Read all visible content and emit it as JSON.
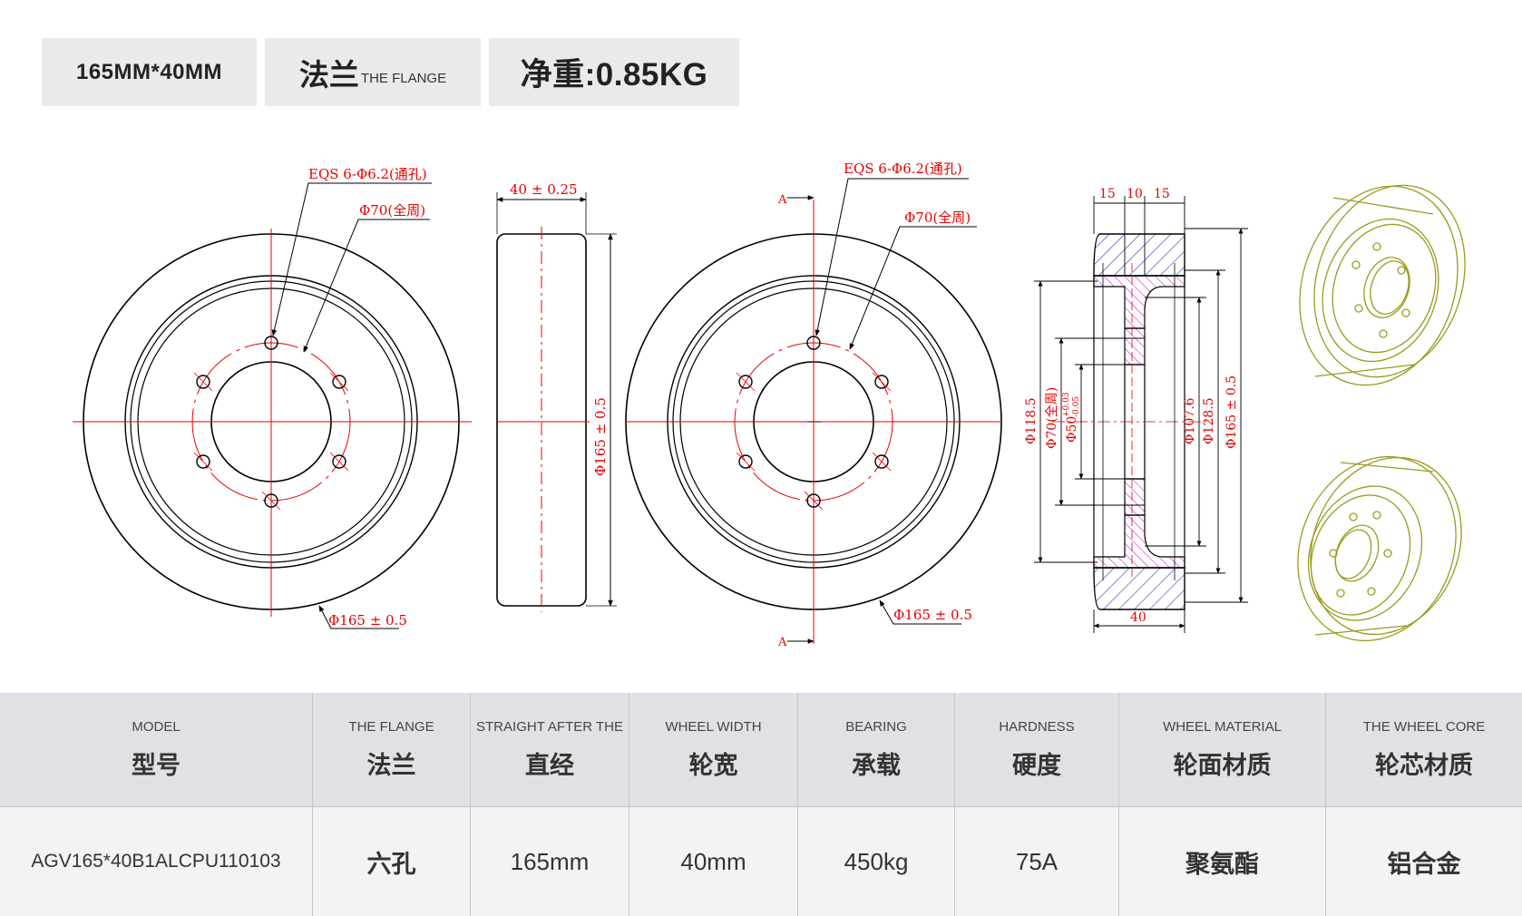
{
  "header": {
    "size": "165MM*40MM",
    "flange_cn": "法兰",
    "flange_en": "THE FLANGE",
    "weight": "净重:0.85KG"
  },
  "drawing": {
    "front_left": {
      "holes_label": "EQS 6-Φ6.2(通孔)",
      "pcd_label": "Φ70(全周)",
      "outer_label": "Φ165 ± 0.5"
    },
    "side_left": {
      "width_label": "40 ± 0.25",
      "height_label": "Φ165 ± 0.5"
    },
    "front_right": {
      "holes_label": "EQS 6-Φ6.2(通孔)",
      "pcd_label": "Φ70(全周)",
      "outer_label": "Φ165 ± 0.5",
      "section_mark_top": "A",
      "section_mark_bottom": "A"
    },
    "section": {
      "top_dims": [
        "15",
        "10",
        "15"
      ],
      "bottom_dim": "40",
      "left_dims": [
        "Φ118.5",
        "Φ70(全周)",
        "Φ50"
      ],
      "bore_tolerance_upper": "+0.03",
      "bore_tolerance_lower": "-0.05",
      "right_dims": [
        "Φ107.6",
        "Φ128.5",
        "Φ165 ± 0.5"
      ]
    },
    "colors": {
      "outline": "#000000",
      "dimension": "#e60000",
      "hatch_tire": "#2a3bb8",
      "hatch_core": "#d000d0",
      "render_3d": "#9a9a1e"
    }
  },
  "spec_table": {
    "headers": [
      {
        "en": "MODEL",
        "cn": "型号"
      },
      {
        "en": "THE FLANGE",
        "cn": "法兰"
      },
      {
        "en": "STRAIGHT AFTER THE",
        "cn": "直经"
      },
      {
        "en": "WHEEL WIDTH",
        "cn": "轮宽"
      },
      {
        "en": "BEARING",
        "cn": "承载"
      },
      {
        "en": "HARDNESS",
        "cn": "硬度"
      },
      {
        "en": "WHEEL MATERIAL",
        "cn": "轮面材质"
      },
      {
        "en": "THE WHEEL CORE",
        "cn": "轮芯材质"
      }
    ],
    "values": [
      "AGV165*40B1ALCPU110103",
      "六孔",
      "165mm",
      "40mm",
      "450kg",
      "75A",
      "聚氨酯",
      "铝合金"
    ]
  }
}
